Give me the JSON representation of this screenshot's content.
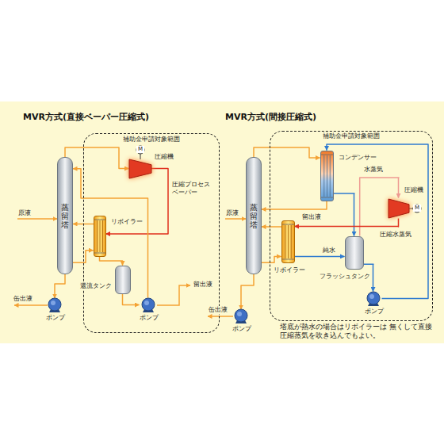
{
  "diagram": {
    "nodes": [
      {
        "text": [
          "補助金申請対象範囲"
        ]
      },
      {
        "text": [
          "蒸留塔"
        ]
      },
      {
        "text": [
          "圧縮機"
        ],
        "in": 0
      },
      {
        "text": [
          "リボイラー"
        ],
        "in": 0
      },
      {
        "text": [
          "還流タンク"
        ],
        "in": 0
      },
      {
        "text": [
          "ポンプ"
        ]
      },
      {
        "text": [
          "ポンプ"
        ],
        "in": 0
      },
      {
        "text": [
          "補助金申請対象範囲"
        ]
      },
      {
        "text": [
          "蒸留塔"
        ]
      },
      {
        "text": [
          "コンデンサー"
        ],
        "in": 7
      },
      {
        "text": [
          "圧縮機"
        ],
        "in": 7
      },
      {
        "text": [
          "リボイラー"
        ],
        "in": 7
      },
      {
        "text": [
          "フラッシュタンク"
        ],
        "in": 7
      },
      {
        "text": [
          "ポンプ"
        ],
        "in": 7
      },
      {
        "text": [
          "ポンプ"
        ]
      }
    ],
    "edges": [
      {
        "from": 1,
        "to": 2,
        "arrow": "to"
      },
      {
        "from": 2,
        "to": 3,
        "arrow": "to"
      },
      {
        "from": 3,
        "to": 4,
        "arrow": "to"
      },
      {
        "from": 4,
        "to": 6,
        "arrow": "to"
      },
      {
        "from": 6,
        "to": 1,
        "arrow": "to"
      },
      {
        "from": 1,
        "to": 3,
        "arrow": "to"
      },
      {
        "from": 3,
        "to": 1,
        "arrow": "to"
      },
      {
        "from": 1,
        "to": 5,
        "arrow": "to"
      },
      {
        "from": 8,
        "to": 9,
        "arrow": "to"
      },
      {
        "from": 9,
        "to": 8,
        "arrow": "to"
      },
      {
        "from": 13,
        "to": 9,
        "arrow": "to"
      },
      {
        "from": 9,
        "to": 12,
        "arrow": "to"
      },
      {
        "from": 12,
        "to": 10,
        "arrow": "to"
      },
      {
        "from": 10,
        "to": 11,
        "arrow": "to"
      },
      {
        "from": 11,
        "to": 12,
        "arrow": "to"
      },
      {
        "from": 12,
        "to": 13,
        "arrow": "to"
      },
      {
        "from": 8,
        "to": 11,
        "arrow": "to"
      },
      {
        "from": 11,
        "to": 8,
        "arrow": "to"
      },
      {
        "from": 8,
        "to": 14,
        "arrow": "to"
      }
    ],
    "labels": [
      "MVR方式(直接ベーパー圧縮式)",
      "M",
      "圧縮プロセスベーパー",
      "原液",
      "缶出液",
      "留出液",
      "MVR方式(間接圧縮式)",
      "水蒸気",
      "M",
      "圧縮水蒸気",
      "留出液",
      "純水",
      "原液",
      "缶出液",
      "塔底が熱水の場合はリボイラーは 無くして直接圧縮蒸気を吹き込んでもよい。"
    ]
  }
}
